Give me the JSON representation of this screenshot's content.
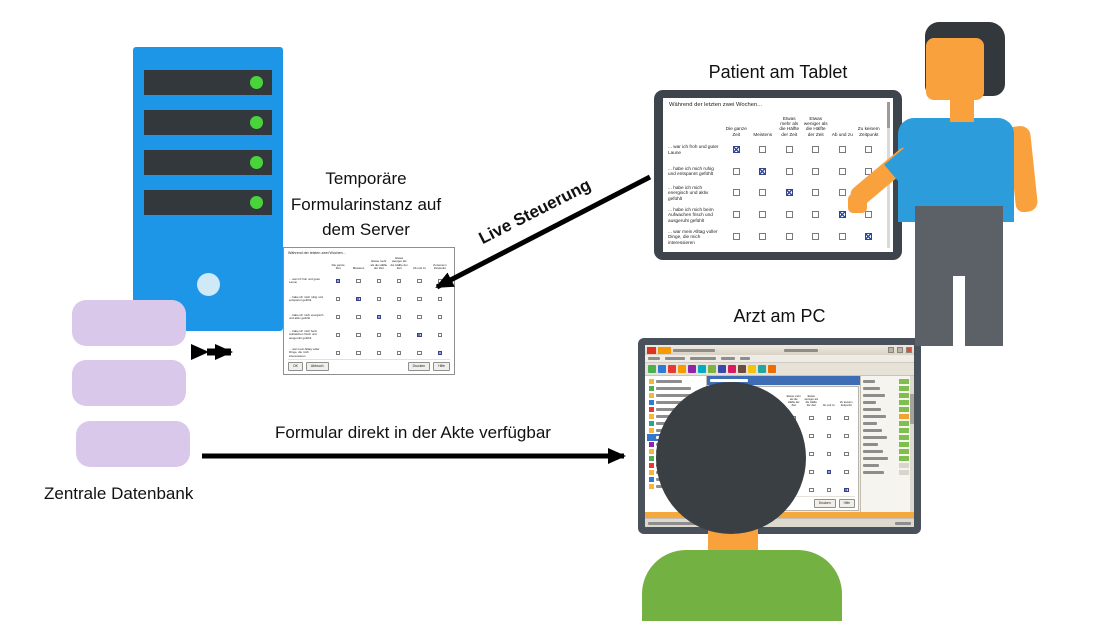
{
  "colors": {
    "server_blue": "#1e96e8",
    "led_green": "#4ad43c",
    "database_purple": "#d9c8e9",
    "skin_orange": "#f9a13c",
    "patient_shirt_blue": "#2d9cdb",
    "doctor_shirt_green": "#74b143",
    "device_frame_gray": "#3d444b",
    "check_blue": "#2b50a0",
    "highlight_orange": "#f5a93c"
  },
  "labels": {
    "patient_tablet": "Patient am Tablet",
    "arzt_pc": "Arzt am PC",
    "zentrale_datenbank": "Zentrale Datenbank",
    "temporaere_formularinstanz": "Temporäre Formularinstanz auf dem Server",
    "live_steuerung": "Live Steuerung",
    "formular_akte": "Formular direkt in der Akte verfügbar"
  },
  "who5_form": {
    "intro": "Während der letzten zwei Wochen...",
    "columns": [
      "Die ganze Zeit",
      "Meistens",
      "Etwas mehr als die Hälfte der Zeit",
      "Etwas weniger als die Hälfte der Zeit",
      "Ab und zu",
      "Zu keinem Zeitpunkt"
    ],
    "questions": [
      "... war ich froh und guter Laune",
      "... habe ich mich ruhig und entspannt gefühlt",
      "... habe ich mich energisch und aktiv gefühlt",
      "... habe ich mich beim Aufwachen frisch und ausgeruht gefühlt",
      "... war mein Alltag voller Dinge, die mich interessieren"
    ],
    "answers": [
      0,
      1,
      2,
      4,
      5
    ],
    "buttons": {
      "ok": "OK",
      "abbruch": "Abbruch",
      "drucken": "Drucken",
      "hilfe": "Hilfe"
    }
  }
}
